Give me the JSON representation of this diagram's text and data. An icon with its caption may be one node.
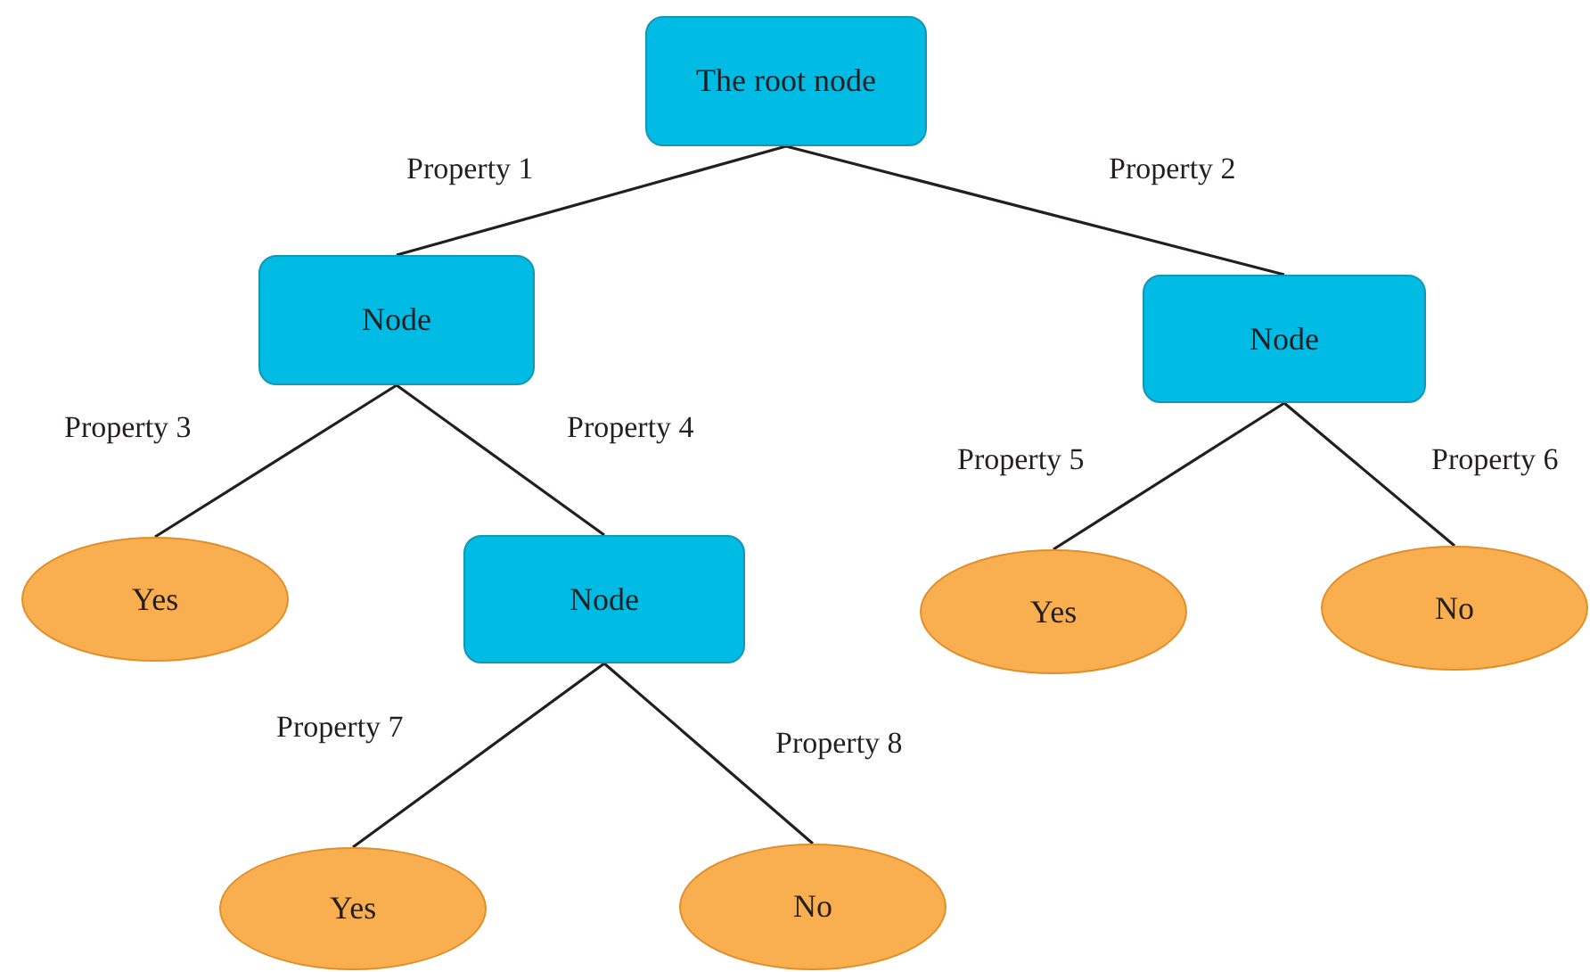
{
  "diagram": {
    "nodes": [
      {
        "text": [
          "The root node"
        ]
      },
      {
        "text": [
          "Node"
        ]
      },
      {
        "text": [
          "Node"
        ]
      },
      {
        "text": [
          "Yes"
        ]
      },
      {
        "text": [
          "Node"
        ]
      },
      {
        "text": [
          "Yes"
        ]
      },
      {
        "text": [
          "No"
        ]
      },
      {
        "text": [
          "Yes"
        ]
      },
      {
        "text": [
          "No"
        ]
      }
    ],
    "edges": [
      {
        "from": 0,
        "to": 1,
        "arrow": "none",
        "label": "Property 1"
      },
      {
        "from": 0,
        "to": 2,
        "arrow": "none",
        "label": "Property 2"
      },
      {
        "from": 1,
        "to": 3,
        "arrow": "none",
        "label": "Property 3"
      },
      {
        "from": 1,
        "to": 4,
        "arrow": "none",
        "label": "Property 4"
      },
      {
        "from": 2,
        "to": 5,
        "arrow": "none",
        "label": "Property 5"
      },
      {
        "from": 2,
        "to": 6,
        "arrow": "none",
        "label": "Property 6"
      },
      {
        "from": 4,
        "to": 7,
        "arrow": "none",
        "label": "Property 7"
      },
      {
        "from": 4,
        "to": 8,
        "arrow": "none",
        "label": "Property 8"
      }
    ]
  }
}
